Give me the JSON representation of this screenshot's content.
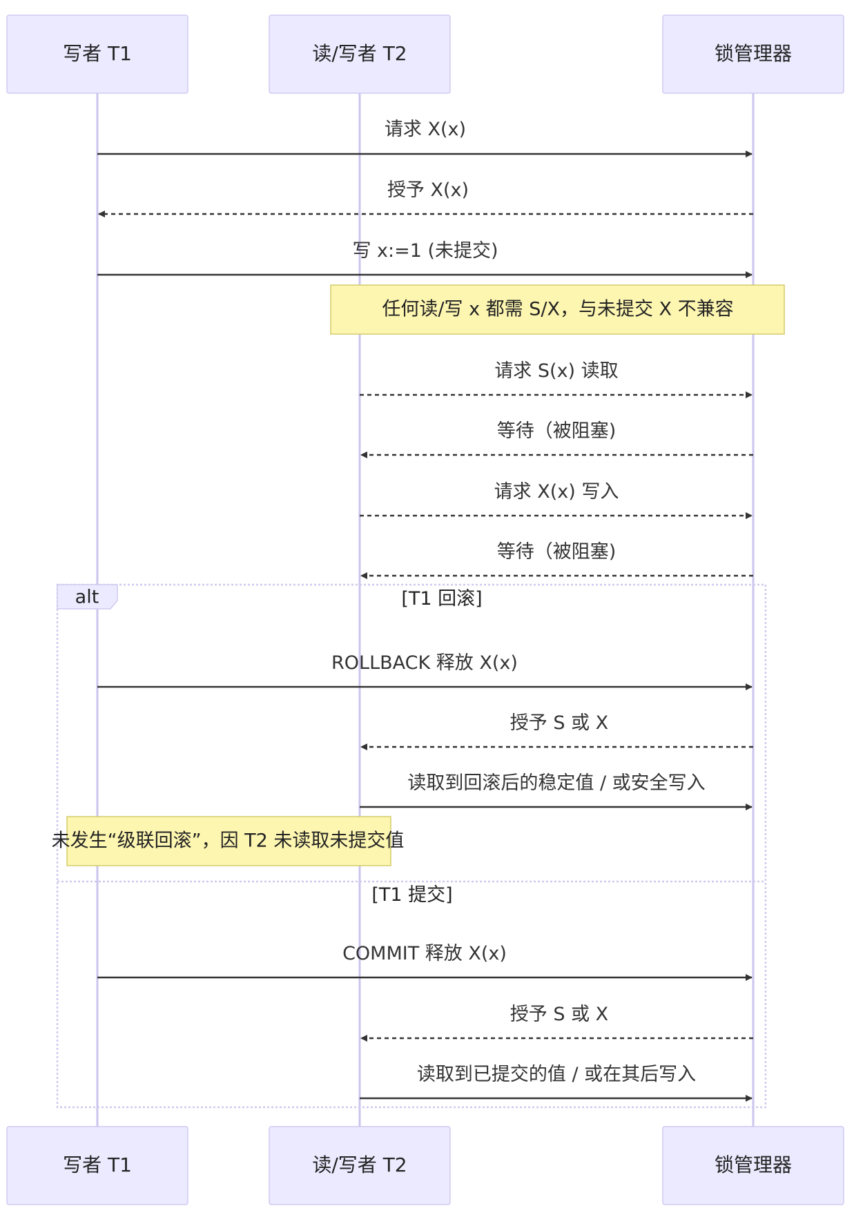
{
  "actors": [
    {
      "id": "T1",
      "label": "写者 T1"
    },
    {
      "id": "T2",
      "label": "读/写者 T2"
    },
    {
      "id": "LM",
      "label": "锁管理器"
    }
  ],
  "messages": [
    {
      "from": "T1",
      "to": "LM",
      "style": "solid",
      "label": "请求 X(x)"
    },
    {
      "from": "LM",
      "to": "T1",
      "style": "dashed",
      "label": "授予 X(x)"
    },
    {
      "from": "T1",
      "to": "LM",
      "style": "solid",
      "label": "写 x:=1 (未提交)"
    },
    {
      "from": "T2",
      "to": "LM",
      "style": "dashed",
      "label": "请求 S(x) 读取"
    },
    {
      "from": "LM",
      "to": "T2",
      "style": "dashed",
      "label": "等待（被阻塞)"
    },
    {
      "from": "T2",
      "to": "LM",
      "style": "dashed",
      "label": "请求 X(x) 写入"
    },
    {
      "from": "LM",
      "to": "T2",
      "style": "dashed",
      "label": "等待（被阻塞)"
    },
    {
      "from": "T1",
      "to": "LM",
      "style": "solid",
      "label": "ROLLBACK 释放 X(x)"
    },
    {
      "from": "LM",
      "to": "T2",
      "style": "dashed",
      "label": "授予 S 或 X"
    },
    {
      "from": "T2",
      "to": "LM",
      "style": "solid",
      "label": "读取到回滚后的稳定值 / 或安全写入"
    },
    {
      "from": "T1",
      "to": "LM",
      "style": "solid",
      "label": "COMMIT 释放 X(x)"
    },
    {
      "from": "LM",
      "to": "T2",
      "style": "dashed",
      "label": "授予 S 或 X"
    },
    {
      "from": "T2",
      "to": "LM",
      "style": "solid",
      "label": "读取到已提交的值 / 或在其后写入"
    }
  ],
  "notes": [
    {
      "text": "任何读/写 x 都需 S/X，与未提交 X 不兼容"
    },
    {
      "text": "未发生“级联回滚”，因 T2 未读取未提交值"
    }
  ],
  "alt_frame": {
    "keyword": "alt",
    "branches": [
      {
        "condition": "[T1 回滚]"
      },
      {
        "condition": "[T1 提交]"
      }
    ]
  },
  "colors": {
    "actor_fill": "#eceaff",
    "actor_border": "#cfcaf0",
    "lifeline": "#cbc5ee",
    "note_fill": "#fdf6b1",
    "note_border": "#d4cb6b",
    "arrow": "#333333"
  }
}
